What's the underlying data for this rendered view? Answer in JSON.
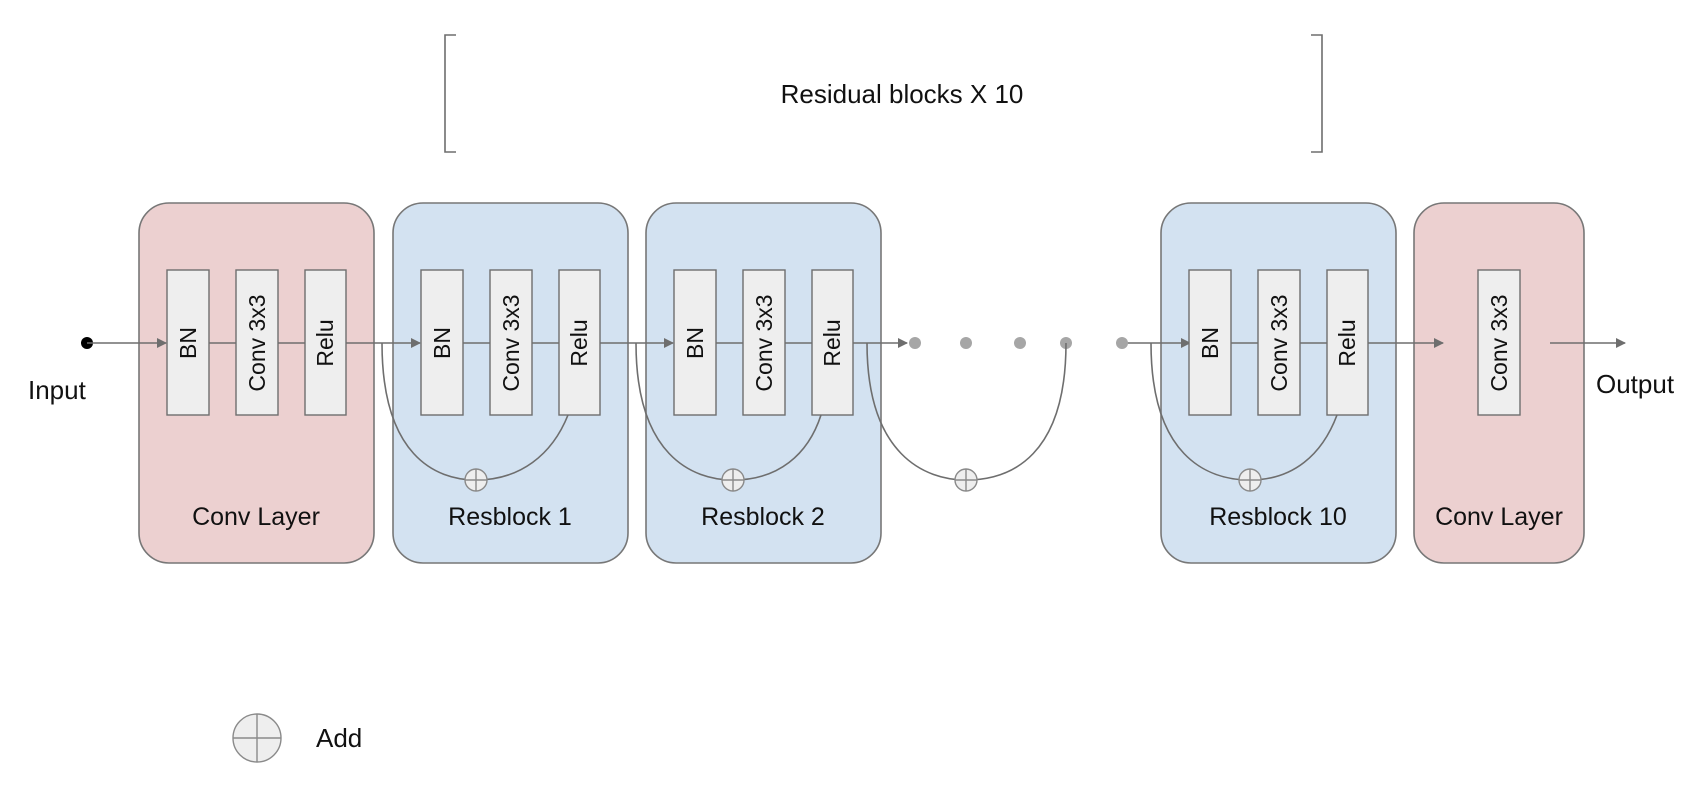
{
  "title_bracket": "Residual blocks X 10",
  "input_label": "Input",
  "output_label": "Output",
  "blocks": [
    {
      "name": "Conv Layer",
      "kind": "conv",
      "ops": [
        "BN",
        "Conv 3x3",
        "Relu"
      ]
    },
    {
      "name": "Resblock 1",
      "kind": "res",
      "ops": [
        "BN",
        "Conv 3x3",
        "Relu"
      ]
    },
    {
      "name": "Resblock 2",
      "kind": "res",
      "ops": [
        "BN",
        "Conv 3x3",
        "Relu"
      ]
    },
    {
      "name": "Resblock 10",
      "kind": "res",
      "ops": [
        "BN",
        "Conv 3x3",
        "Relu"
      ]
    },
    {
      "name": "Conv Layer",
      "kind": "conv",
      "ops": [
        "Conv 3x3"
      ]
    }
  ],
  "legend": {
    "add_label": "Add",
    "add_icon": "circle-plus-icon"
  },
  "colors": {
    "conv_fill": "#ecd0d0",
    "res_fill": "#d3e2f1",
    "op_fill": "#eeeeee",
    "line": "#6e6e6e"
  }
}
